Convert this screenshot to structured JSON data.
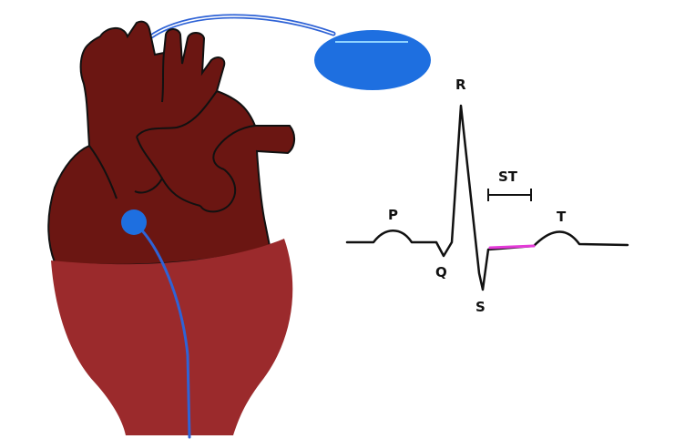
{
  "ecg": {
    "labels": {
      "p": "P",
      "q": "Q",
      "r": "R",
      "s": "S",
      "t": "T",
      "st": "ST"
    }
  },
  "colors": {
    "background": "#ffffff",
    "heart_upper": "#6b1612",
    "heart_lower": "#9b2a2c",
    "outline": "#111111",
    "pacemaker": "#1e6fe0",
    "lead_wire": "#2f63d6",
    "st_segment_highlight": "#e43ad8"
  }
}
